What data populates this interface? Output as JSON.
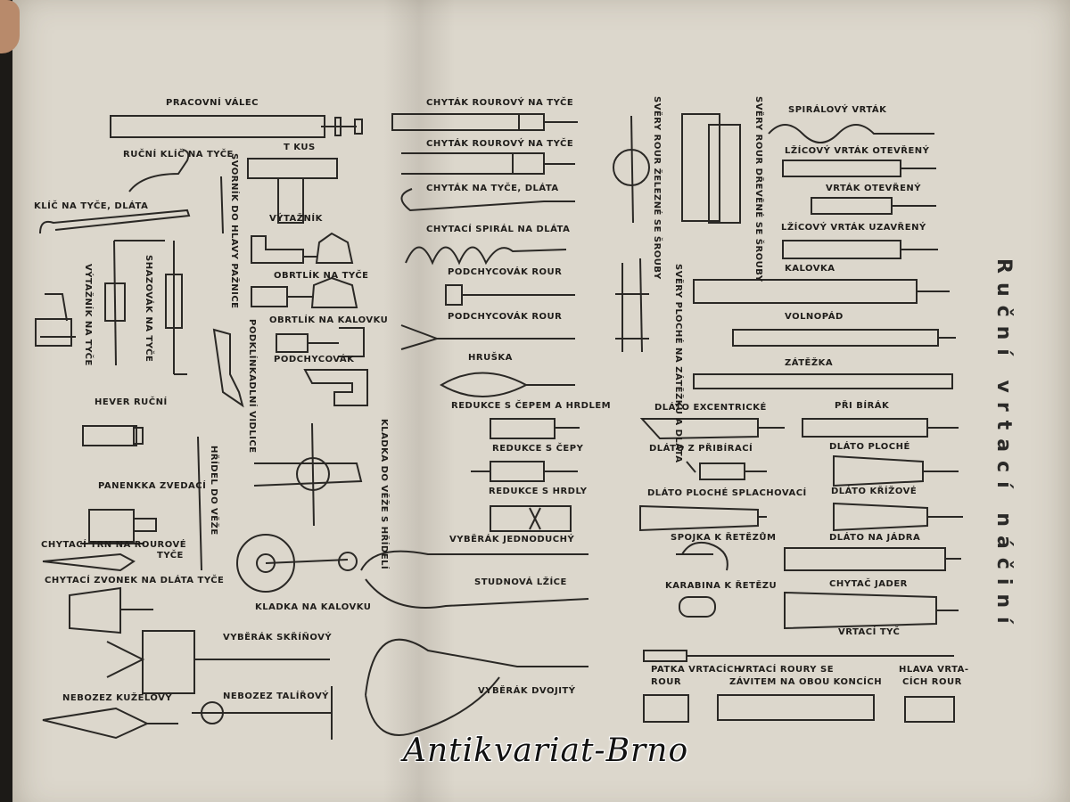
{
  "title": "Ruční vrtací náčiní",
  "watermark": "Antikvariat-Brno",
  "labels": {
    "pracovni_valec": "PRACOVNÍ VÁLEC",
    "rucni_klic": "RUČNÍ KLÍČ NA TYČE",
    "t_kus": "T KUS",
    "klic_na_tyce": "KLÍČ NA TYČE, DLÁTA",
    "svornik": "SVORNÍK DO HLAVY PAŽNICE",
    "vytaznik_top": "VÝTAŽNÍK",
    "vytaznik_na_tyce": "VÝTAŽNÍK NA TYČE",
    "shazovak": "SHAZOVÁK NA TYČE",
    "obrtlik_tyce": "OBRTLÍK NA TYČE",
    "obrtlik_kalovku": "OBRTLÍK NA KALOVKU",
    "podklinkadlni": "PODKLÍNKADLNÍ VIDLICE",
    "podchycovak_small": "PODCHYCOVÁK",
    "hever": "HEVER RUČNÍ",
    "hridel": "HŘÍDEL DO VĚŽE",
    "panenka": "PANENKKA ZVEDACÍ",
    "chytaci_trn_1": "CHYTACÍ TRN NA ROUROVÉ",
    "chytaci_trn_2": "TYČE",
    "chytaci_zvonek": "CHYTACÍ ZVONEK NA DLÁTA TYČE",
    "kladka_veze": "KLADKA DO VĚŽE S HŘÍDELÍ",
    "kladka_kalovku": "KLADKA NA KALOVKU",
    "vyberak_skrinovy": "VYBĚRÁK SKŘÍŇOVÝ",
    "nebozez_kuzel": "NEBOZEZ KUŽELOVÝ",
    "nebozez_talir": "NEBOZEZ TALÍŘOVÝ",
    "chytak_rour_1": "CHYTÁK ROUROVÝ NA TYČE",
    "chytak_rour_2": "CHYTÁK ROUROVÝ NA TYČE",
    "chytak_dlata": "CHYTÁK NA TYČE, DLÁTA",
    "chytaci_spiral": "CHYTACÍ SPIRÁL NA DLÁTA",
    "podchycovak_rour_1": "PODCHYCOVÁK ROUR",
    "podchycovak_rour_2": "PODCHYCOVÁK ROUR",
    "hruska": "HRUŠKA",
    "redukce_cep_hrdlo": "REDUKCE S ČEPEM A HRDLEM",
    "redukce_cepy": "REDUKCE S ČEPY",
    "redukce_hrdly": "REDUKCE S HRDLY",
    "vyberak_jedno": "VYBĚRÁK JEDNODUCHÝ",
    "studnova_lzice": "STUDNOVÁ LŽÍCE",
    "vyberak_dvoj": "VYBĚRÁK DVOJITÝ",
    "svery_zelezne": "SVĚRY ROUR ŽELEZNÉ SE ŠROUBY",
    "svery_drevene": "SVĚRY ROUR DŘEVĚNÉ SE ŠROUBY",
    "svery_ploche": "SVĚRY PLOCHÉ NA ZÁTĚŽKU A DLÁTA",
    "spiralovy": "SPIRÁLOVÝ VRTÁK",
    "lzicovy_otevreny": "LŽÍCOVÝ VRTÁK OTEVŘENÝ",
    "vrtak_otevreny": "VRTÁK OTEVŘENÝ",
    "lzicovy_uzavreny": "LŽÍCOVÝ VRTÁK UZAVŘENÝ",
    "kalovka": "KALOVKA",
    "volnopad": "VOLNOPÁD",
    "zatezka": "ZÁTĚŽKA",
    "pribirak": "PŘI BÍRÁK",
    "dlato_excentricke": "DLÁTO EXCENTRICKÉ",
    "dlato_pribiraci": "DLÁTO Z PŘIBÍRACÍ",
    "dlato_ploche": "DLÁTO PLOCHÉ",
    "dlato_ploche_splach": "DLÁTO PLOCHÉ SPLACHOVACÍ",
    "dlato_krizove": "DLÁTO KŘÍŽOVÉ",
    "spojka": "SPOJKA K ŘETĚZŮM",
    "dlato_jadra": "DLÁTO NA JÁDRA",
    "karabina": "KARABINA K ŘETĚZU",
    "chytac_jader": "CHYTAČ JADER",
    "vrtaci_tyc": "VRTACÍ TYČ",
    "patka_1": "PATKA VRTACÍCH",
    "patka_2": "ROUR",
    "vrtaci_roury_1": "VRTACÍ ROURY SE",
    "vrtaci_roury_2": "ZÁVITEM NA OBOU KONCÍCH",
    "hlava_1": "HLAVA VRTA-",
    "hlava_2": "CÍCH ROUR"
  },
  "colors": {
    "paper": "#dcd7cc",
    "ink": "#1f1d1a",
    "background": "#1c1a17"
  }
}
